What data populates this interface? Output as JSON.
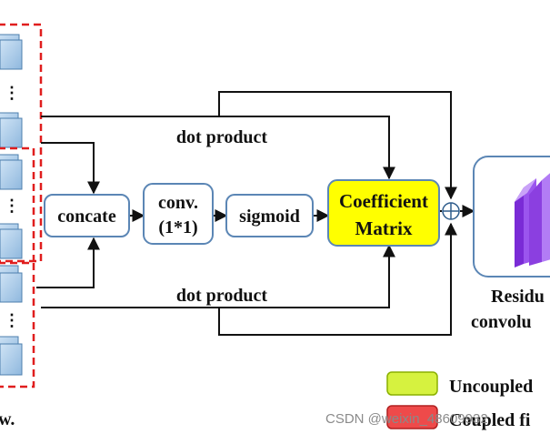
{
  "diagram": {
    "nodes": {
      "concate": "concate",
      "conv_line1": "conv.",
      "conv_line2": "(1*1)",
      "sigmoid": "sigmoid",
      "coef_line1": "Coefficient",
      "coef_line2": "Matrix",
      "residual_line1": "Residu",
      "residual_line2": "convolu"
    },
    "edge_labels": {
      "top": "dot product",
      "bottom": "dot product"
    },
    "operators": {
      "sum": "⊕"
    },
    "legend": [
      {
        "label": "Uncoupled",
        "color": "#d6f23f"
      },
      {
        "label": "Coupled fi",
        "color": "#ee4a4a"
      }
    ],
    "fragment_bottom_left": "w.",
    "watermark": "CSDN @weixin_48609932",
    "colors": {
      "highlight_fill": "#ffff00",
      "box_border": "#5b86b5",
      "dashed_group": "#e01e1e",
      "feature_map": "#a9cbe8",
      "residual_block": "#8b3fe0"
    }
  }
}
